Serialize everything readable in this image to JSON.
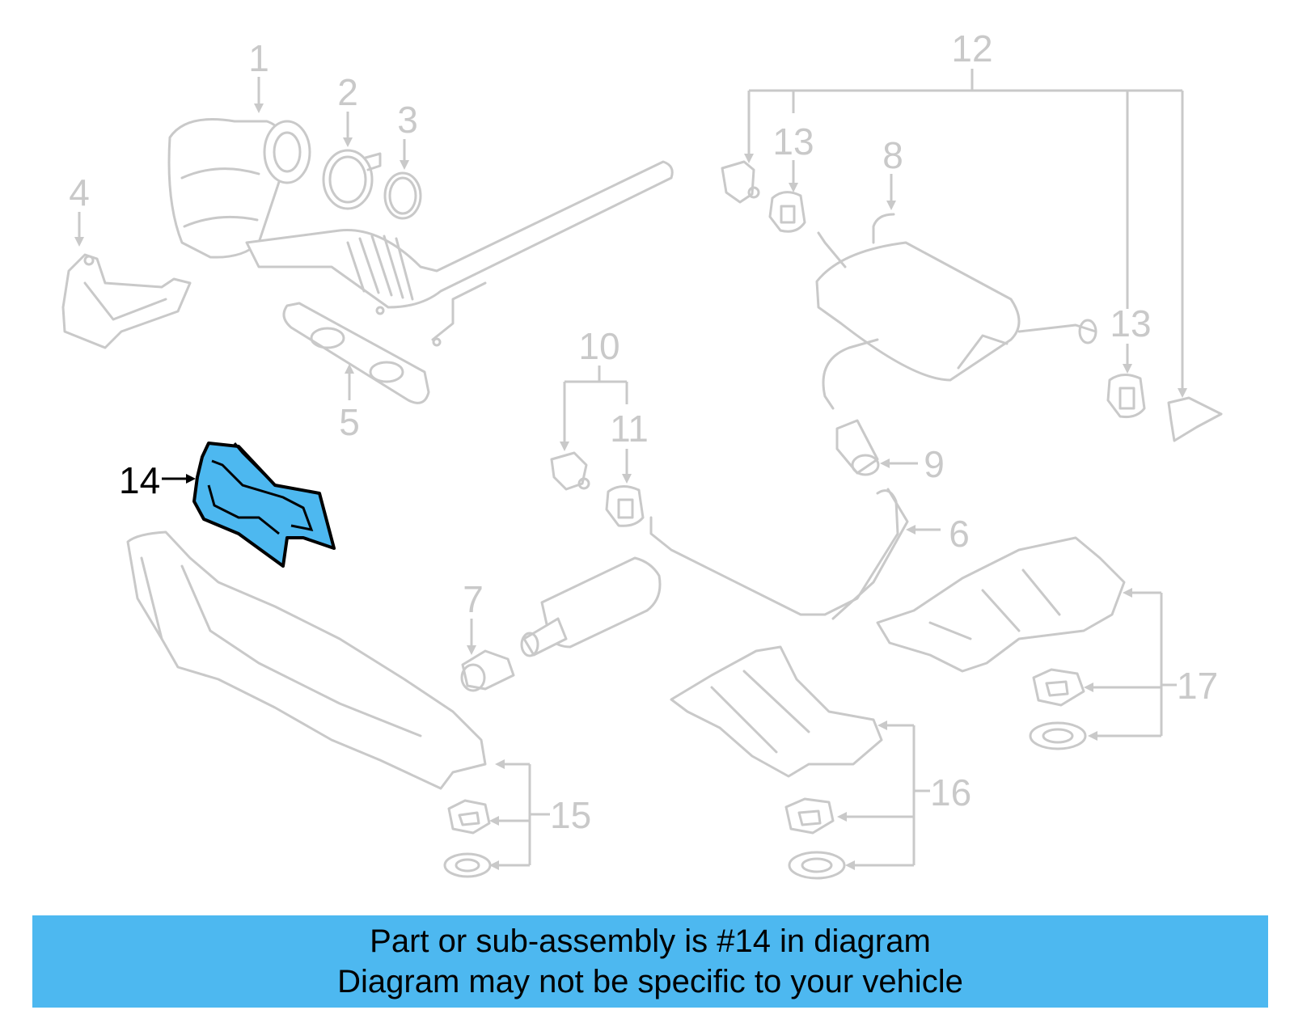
{
  "callouts": {
    "c1": "1",
    "c2": "2",
    "c3": "3",
    "c4": "4",
    "c5": "5",
    "c6": "6",
    "c7": "7",
    "c8": "8",
    "c9": "9",
    "c10": "10",
    "c11": "11",
    "c12": "12",
    "c13a": "13",
    "c13b": "13",
    "c14": "14",
    "c15": "15",
    "c16": "16",
    "c17": "17"
  },
  "highlight": {
    "callout": "14",
    "fill_color": "#4db8f0",
    "outline_color": "#000000"
  },
  "part_color": "#c9c9c9",
  "banner": {
    "color": "#4db8f0",
    "line1": "Part or sub-assembly is #14 in diagram",
    "line2": "Diagram may not be specific to your vehicle"
  }
}
